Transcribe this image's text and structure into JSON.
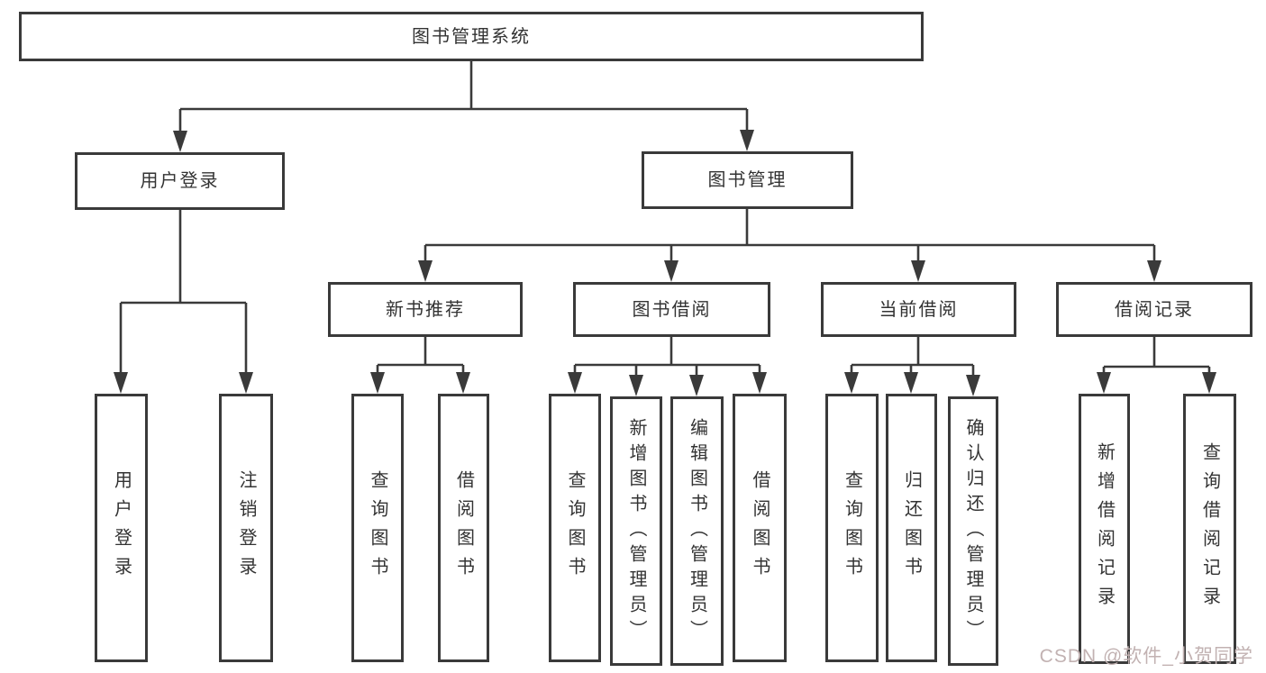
{
  "colors": {
    "line": "#3a3a3a",
    "text": "#333333",
    "watermark": "#c2b2b2"
  },
  "watermark": "CSDN @软件_小贺同学",
  "tree": {
    "root": {
      "label": "图书管理系统"
    },
    "branches": [
      {
        "label": "用户登录",
        "children": [
          {
            "label": "用户登录"
          },
          {
            "label": "注销登录"
          }
        ]
      },
      {
        "label": "图书管理",
        "children": [
          {
            "label": "新书推荐",
            "children": [
              {
                "label": "查询图书"
              },
              {
                "label": "借阅图书"
              }
            ]
          },
          {
            "label": "图书借阅",
            "children": [
              {
                "label": "查询图书"
              },
              {
                "label": "新增图书（管理员）"
              },
              {
                "label": "编辑图书（管理员）"
              },
              {
                "label": "借阅图书"
              }
            ]
          },
          {
            "label": "当前借阅",
            "children": [
              {
                "label": "查询图书"
              },
              {
                "label": "归还图书"
              },
              {
                "label": "确认归还（管理员）"
              }
            ]
          },
          {
            "label": "借阅记录",
            "children": [
              {
                "label": "新增借阅记录"
              },
              {
                "label": "查询借阅记录"
              }
            ]
          }
        ]
      }
    ]
  }
}
